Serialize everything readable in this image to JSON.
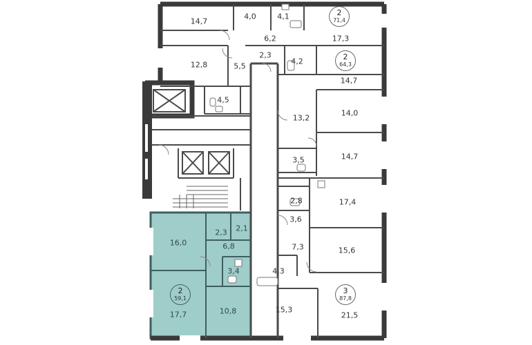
{
  "colors": {
    "wall": "#3a3a3a",
    "selected_fill": "#9fcdc9",
    "selected_border": "#3d5f5f",
    "floor": "#ffffff"
  },
  "selected_apartment": {
    "rooms": "2",
    "area": "59,1"
  },
  "apartments": [
    {
      "id": "top-right",
      "rooms": "2",
      "area": "71,4"
    },
    {
      "id": "upper-right",
      "rooms": "2",
      "area": "64,3"
    },
    {
      "id": "bottom-right",
      "rooms": "3",
      "area": "87,8"
    }
  ],
  "rooms": {
    "r_14_7_a": "14,7",
    "r_4_0": "4,0",
    "r_4_1": "4,1",
    "r_6_2": "6,2",
    "r_17_3": "17,3",
    "r_12_8": "12,8",
    "r_5_5": "5,5",
    "r_2_3_a": "2,3",
    "r_4_2": "4,2",
    "r_14_7_b": "14,7",
    "r_4_5": "4,5",
    "r_13_2": "13,2",
    "r_14_0": "14,0",
    "r_3_5": "3,5",
    "r_14_7_c": "14,7",
    "r_2_8": "2,8",
    "r_17_4": "17,4",
    "r_3_6": "3,6",
    "r_7_3": "7,3",
    "r_15_6": "15,6",
    "r_4_3": "4,3",
    "r_15_3": "15,3",
    "r_21_5": "21,5",
    "r_16_0": "16,0",
    "r_2_3_b": "2,3",
    "r_2_1": "2,1",
    "r_6_8": "6,8",
    "r_3_4": "3,4",
    "r_10_8": "10,8",
    "r_17_7": "17,7"
  }
}
